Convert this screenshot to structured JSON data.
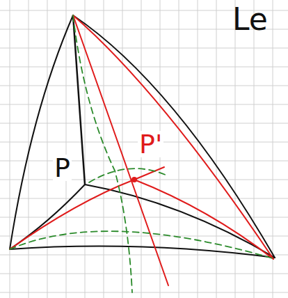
{
  "diagram": {
    "labels": [
      "Le",
      "P",
      "P'"
    ]
  }
}
